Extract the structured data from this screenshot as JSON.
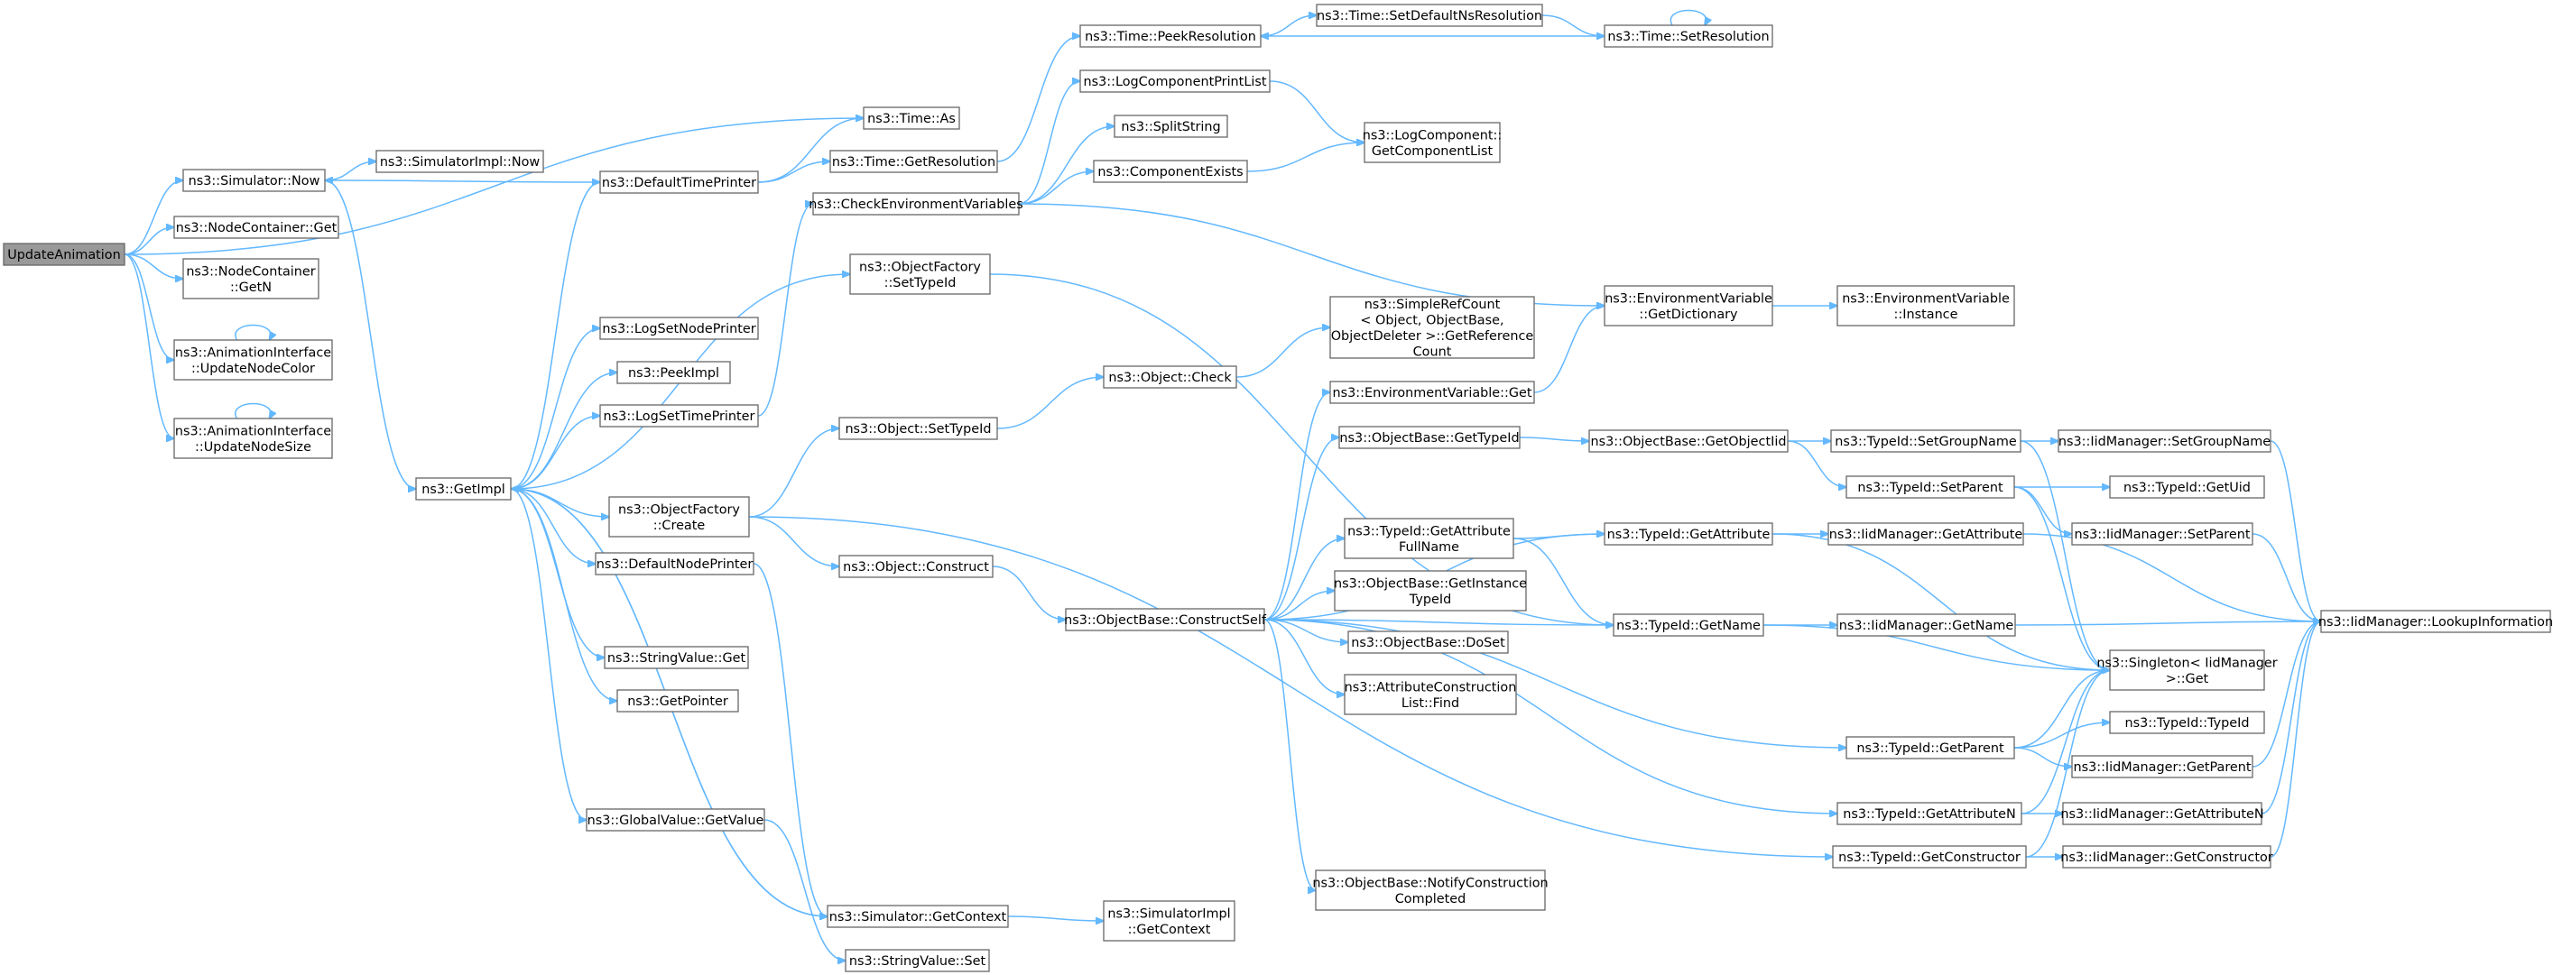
{
  "graph": {
    "colors": {
      "edge": "#63b8ff",
      "node_border": "#666666",
      "root_fill": "#999999",
      "node_fill": "#ffffff"
    },
    "nodes": {
      "n_update": [
        "UpdateAnimation"
      ],
      "n_sim_now": [
        "ns3::Simulator::Now"
      ],
      "n_nc_get": [
        "ns3::NodeContainer::Get"
      ],
      "n_nc_getn": [
        "ns3::NodeContainer",
        "::GetN"
      ],
      "n_ai_color": [
        "ns3::AnimationInterface",
        "::UpdateNodeColor"
      ],
      "n_ai_size": [
        "ns3::AnimationInterface",
        "::UpdateNodeSize"
      ],
      "n_simimpl_now": [
        "ns3::SimulatorImpl::Now"
      ],
      "n_getimpl": [
        "ns3::GetImpl"
      ],
      "n_def_time": [
        "ns3::DefaultTimePrinter"
      ],
      "n_logset_node": [
        "ns3::LogSetNodePrinter"
      ],
      "n_peekimpl": [
        "ns3::PeekImpl"
      ],
      "n_logset_time": [
        "ns3::LogSetTimePrinter"
      ],
      "n_of_create": [
        "ns3::ObjectFactory",
        "::Create"
      ],
      "n_def_node": [
        "ns3::DefaultNodePrinter"
      ],
      "n_sv_get": [
        "ns3::StringValue::Get"
      ],
      "n_getpointer": [
        "ns3::GetPointer"
      ],
      "n_gv_getvalue": [
        "ns3::GlobalValue::GetValue"
      ],
      "n_time_as": [
        "ns3::Time::As"
      ],
      "n_time_getres": [
        "ns3::Time::GetResolution"
      ],
      "n_check_env": [
        "ns3::CheckEnvironmentVariables"
      ],
      "n_of_settypeid": [
        "ns3::ObjectFactory",
        "::SetTypeId"
      ],
      "n_obj_settypeid": [
        "ns3::Object::SetTypeId"
      ],
      "n_obj_construct": [
        "ns3::Object::Construct"
      ],
      "n_sim_getctx": [
        "ns3::Simulator::GetContext"
      ],
      "n_sv_set": [
        "ns3::StringValue::Set"
      ],
      "n_time_peekres": [
        "ns3::Time::PeekResolution"
      ],
      "n_logcomp_print": [
        "ns3::LogComponentPrintList"
      ],
      "n_splitstring": [
        "ns3::SplitString"
      ],
      "n_comp_exists": [
        "ns3::ComponentExists"
      ],
      "n_obj_check": [
        "ns3::Object::Check"
      ],
      "n_simplerefcount": [
        "ns3::SimpleRefCount",
        "< Object, ObjectBase,",
        " ObjectDeleter >::GetReference",
        "Count"
      ],
      "n_ob_constructself": [
        "ns3::ObjectBase::ConstructSelf"
      ],
      "n_simimpl_getctx": [
        "ns3::SimulatorImpl",
        "::GetContext"
      ],
      "n_time_setdefns": [
        "ns3::Time::SetDefaultNsResolution"
      ],
      "n_logcomp_getlist": [
        "ns3::LogComponent::",
        "GetComponentList"
      ],
      "n_envvar_get": [
        "ns3::EnvironmentVariable::Get"
      ],
      "n_ob_gettypeid": [
        "ns3::ObjectBase::GetTypeId"
      ],
      "n_tid_getattrfull": [
        "ns3::TypeId::GetAttribute",
        "FullName"
      ],
      "n_ob_getinsttypeid": [
        "ns3::ObjectBase::GetInstance",
        "TypeId"
      ],
      "n_ob_doset": [
        "ns3::ObjectBase::DoSet"
      ],
      "n_attrcons_find": [
        "ns3::AttributeConstruction",
        "List::Find"
      ],
      "n_ob_notify": [
        "ns3::ObjectBase::NotifyConstruction",
        "Completed"
      ],
      "n_time_setres": [
        "ns3::Time::SetResolution"
      ],
      "n_envvar_getdict": [
        "ns3::EnvironmentVariable",
        "::GetDictionary"
      ],
      "n_ob_getobjtid": [
        "ns3::ObjectBase::GetObjectIid"
      ],
      "n_tid_getattr": [
        "ns3::TypeId::GetAttribute"
      ],
      "n_tid_getname": [
        "ns3::TypeId::GetName"
      ],
      "n_tid_getparent": [
        "ns3::TypeId::GetParent"
      ],
      "n_tid_getattrn": [
        "ns3::TypeId::GetAttributeN"
      ],
      "n_tid_getcons": [
        "ns3::TypeId::GetConstructor"
      ],
      "n_envvar_inst": [
        "ns3::EnvironmentVariable",
        "::Instance"
      ],
      "n_tid_setgroup": [
        "ns3::TypeId::SetGroupName"
      ],
      "n_tid_setparent": [
        "ns3::TypeId::SetParent"
      ],
      "n_iid_getattr": [
        "ns3::IidManager::GetAttribute"
      ],
      "n_iid_getname": [
        "ns3::IidManager::GetName"
      ],
      "n_singleton": [
        "ns3::Singleton< IidManager",
        " >::Get"
      ],
      "n_tid_typeid": [
        "ns3::TypeId::TypeId"
      ],
      "n_iid_getparent": [
        "ns3::IidManager::GetParent"
      ],
      "n_iid_getattrn": [
        "ns3::IidManager::GetAttributeN"
      ],
      "n_iid_getcons": [
        "ns3::IidManager::GetConstructor"
      ],
      "n_iid_setgroup": [
        "ns3::IidManager::SetGroupName"
      ],
      "n_tid_getuid": [
        "ns3::TypeId::GetUid"
      ],
      "n_iid_setparent": [
        "ns3::IidManager::SetParent"
      ],
      "n_iid_lookup": [
        "ns3::IidManager::LookupInformation"
      ]
    },
    "edges": [
      [
        "n_update",
        "n_time_as"
      ],
      [
        "n_update",
        "n_sim_now"
      ],
      [
        "n_update",
        "n_nc_get"
      ],
      [
        "n_update",
        "n_nc_getn"
      ],
      [
        "n_update",
        "n_ai_color"
      ],
      [
        "n_update",
        "n_ai_size"
      ],
      [
        "n_ai_color",
        "n_ai_color"
      ],
      [
        "n_ai_size",
        "n_ai_size"
      ],
      [
        "n_sim_now",
        "n_simimpl_now"
      ],
      [
        "n_sim_now",
        "n_getimpl"
      ],
      [
        "n_getimpl",
        "n_def_time"
      ],
      [
        "n_getimpl",
        "n_logset_node"
      ],
      [
        "n_getimpl",
        "n_peekimpl"
      ],
      [
        "n_getimpl",
        "n_logset_time"
      ],
      [
        "n_getimpl",
        "n_of_settypeid"
      ],
      [
        "n_getimpl",
        "n_of_create"
      ],
      [
        "n_getimpl",
        "n_def_node"
      ],
      [
        "n_getimpl",
        "n_sv_get"
      ],
      [
        "n_getimpl",
        "n_getpointer"
      ],
      [
        "n_getimpl",
        "n_gv_getvalue"
      ],
      [
        "n_getimpl",
        "n_sim_getctx"
      ],
      [
        "n_def_time",
        "n_sim_now"
      ],
      [
        "n_def_time",
        "n_time_as"
      ],
      [
        "n_def_time",
        "n_time_getres"
      ],
      [
        "n_logset_time",
        "n_check_env"
      ],
      [
        "n_def_node",
        "n_sim_getctx"
      ],
      [
        "n_sim_getctx",
        "n_getimpl"
      ],
      [
        "n_sim_getctx",
        "n_simimpl_getctx"
      ],
      [
        "n_gv_getvalue",
        "n_sv_set"
      ],
      [
        "n_of_create",
        "n_obj_settypeid"
      ],
      [
        "n_of_create",
        "n_obj_construct"
      ],
      [
        "n_of_create",
        "n_tid_getcons"
      ],
      [
        "n_of_settypeid",
        "n_tid_getname"
      ],
      [
        "n_obj_settypeid",
        "n_obj_check"
      ],
      [
        "n_obj_check",
        "n_simplerefcount"
      ],
      [
        "n_obj_construct",
        "n_ob_constructself"
      ],
      [
        "n_time_getres",
        "n_time_peekres"
      ],
      [
        "n_check_env",
        "n_logcomp_print"
      ],
      [
        "n_check_env",
        "n_splitstring"
      ],
      [
        "n_check_env",
        "n_comp_exists"
      ],
      [
        "n_check_env",
        "n_envvar_getdict"
      ],
      [
        "n_time_peekres",
        "n_time_setdefns"
      ],
      [
        "n_time_setdefns",
        "n_time_setres"
      ],
      [
        "n_time_setres",
        "n_time_peekres"
      ],
      [
        "n_time_setres",
        "n_time_setres"
      ],
      [
        "n_logcomp_print",
        "n_logcomp_getlist"
      ],
      [
        "n_comp_exists",
        "n_logcomp_getlist"
      ],
      [
        "n_ob_constructself",
        "n_envvar_get"
      ],
      [
        "n_ob_constructself",
        "n_ob_gettypeid"
      ],
      [
        "n_ob_constructself",
        "n_tid_getattr"
      ],
      [
        "n_ob_constructself",
        "n_tid_getattrfull"
      ],
      [
        "n_ob_constructself",
        "n_ob_getinsttypeid"
      ],
      [
        "n_ob_constructself",
        "n_ob_doset"
      ],
      [
        "n_ob_constructself",
        "n_attrcons_find"
      ],
      [
        "n_ob_constructself",
        "n_tid_getname"
      ],
      [
        "n_ob_constructself",
        "n_tid_getparent"
      ],
      [
        "n_ob_constructself",
        "n_tid_getattrn"
      ],
      [
        "n_ob_constructself",
        "n_ob_notify"
      ],
      [
        "n_envvar_get",
        "n_envvar_getdict"
      ],
      [
        "n_envvar_getdict",
        "n_envvar_inst"
      ],
      [
        "n_ob_gettypeid",
        "n_ob_getobjtid"
      ],
      [
        "n_ob_getobjtid",
        "n_tid_setgroup"
      ],
      [
        "n_ob_getobjtid",
        "n_tid_setparent"
      ],
      [
        "n_tid_getattrfull",
        "n_tid_getattr"
      ],
      [
        "n_tid_getattrfull",
        "n_tid_getname"
      ],
      [
        "n_tid_getattr",
        "n_iid_getattr"
      ],
      [
        "n_tid_getattr",
        "n_singleton"
      ],
      [
        "n_tid_getname",
        "n_iid_getname"
      ],
      [
        "n_tid_getname",
        "n_singleton"
      ],
      [
        "n_tid_setgroup",
        "n_iid_setgroup"
      ],
      [
        "n_tid_setgroup",
        "n_singleton"
      ],
      [
        "n_tid_setparent",
        "n_tid_getuid"
      ],
      [
        "n_tid_setparent",
        "n_iid_setparent"
      ],
      [
        "n_tid_setparent",
        "n_singleton"
      ],
      [
        "n_tid_getparent",
        "n_singleton"
      ],
      [
        "n_tid_getparent",
        "n_tid_typeid"
      ],
      [
        "n_tid_getparent",
        "n_iid_getparent"
      ],
      [
        "n_tid_getattrn",
        "n_singleton"
      ],
      [
        "n_tid_getattrn",
        "n_iid_getattrn"
      ],
      [
        "n_tid_getcons",
        "n_singleton"
      ],
      [
        "n_tid_getcons",
        "n_iid_getcons"
      ],
      [
        "n_iid_setgroup",
        "n_iid_lookup"
      ],
      [
        "n_iid_setparent",
        "n_iid_lookup"
      ],
      [
        "n_iid_getattr",
        "n_iid_lookup"
      ],
      [
        "n_iid_getname",
        "n_iid_lookup"
      ],
      [
        "n_iid_getparent",
        "n_iid_lookup"
      ],
      [
        "n_iid_getattrn",
        "n_iid_lookup"
      ],
      [
        "n_iid_getcons",
        "n_iid_lookup"
      ]
    ]
  }
}
